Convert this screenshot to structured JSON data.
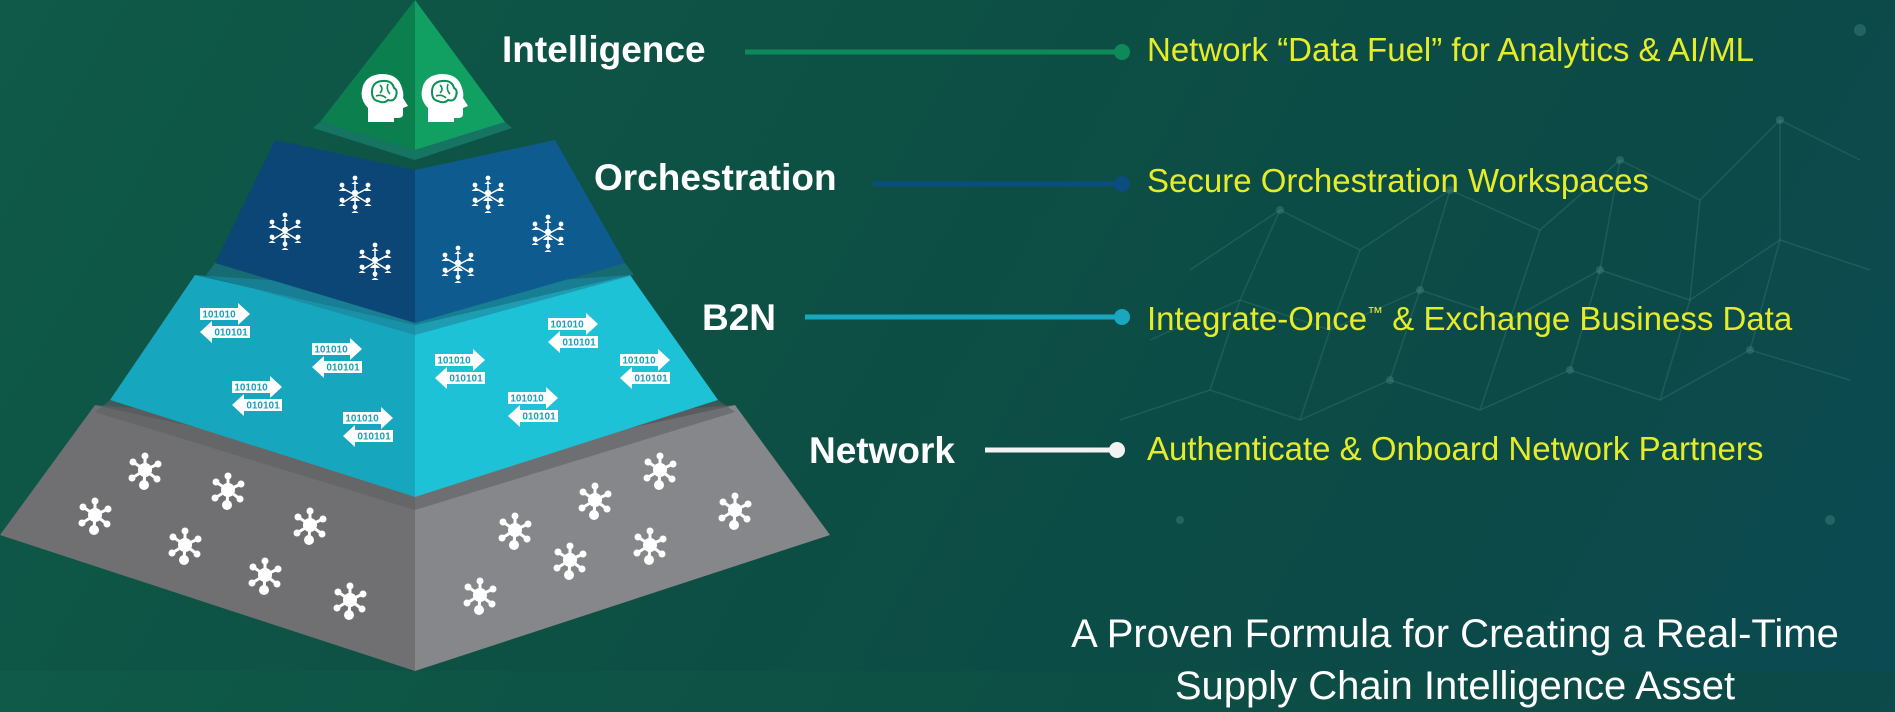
{
  "tiers": [
    {
      "key": "intelligence",
      "label": "Intelligence",
      "description": "Network “Data Fuel” for Analytics & AI/ML",
      "line_color": "#0e8a5a"
    },
    {
      "key": "orchestration",
      "label": "Orchestration",
      "description": "Secure Orchestration Workspaces",
      "line_color": "#0b4d7c"
    },
    {
      "key": "b2n",
      "label": "B2N",
      "description_before": "Integrate-Once",
      "description_tm": "™",
      "description_after": " & Exchange Business Data",
      "line_color": "#1aa6bf"
    },
    {
      "key": "network",
      "label": "Network",
      "description": "Authenticate & Onboard Network Partners",
      "line_color": "#f2f2f2"
    }
  ],
  "binary_top": "101010",
  "binary_bottom": "010101",
  "tagline": "A Proven Formula for Creating a Real-Time Supply Chain Intelligence Asset",
  "colors": {
    "description_text": "#e6ec28",
    "intelligence_tier": "#0f8f58",
    "orchestration_tier": "#0d4f7e",
    "b2n_tier": "#1ab0c6",
    "network_tier": "#808285"
  }
}
